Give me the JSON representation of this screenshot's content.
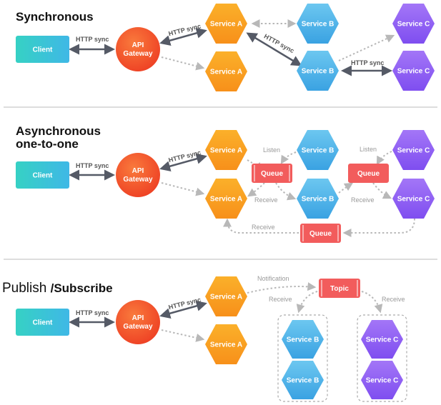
{
  "sections": {
    "sync": {
      "title": "Synchronous"
    },
    "async": {
      "title_line1": "Asynchronous",
      "title_line2": "one-to-one"
    },
    "pubsub": {
      "title_part1": "Publish ",
      "title_part2": "/Subscribe"
    }
  },
  "nodes": {
    "client": "Client",
    "gateway_line1": "API",
    "gateway_line2": "Gateway",
    "service_a": "Service A",
    "service_b": "Service B",
    "service_c": "Service C",
    "queue": "Queue",
    "topic": "Topic"
  },
  "edges": {
    "http_sync": "HTTP sync",
    "listen": "Listen",
    "receive": "Receive",
    "notification": "Notification"
  },
  "colors": {
    "client": "#3cc8d4",
    "gateway": "#f4512c",
    "service_a": "#f9a01b",
    "service_b": "#49b0e8",
    "service_c": "#8e5cf2",
    "queue": "#f25c5c"
  }
}
